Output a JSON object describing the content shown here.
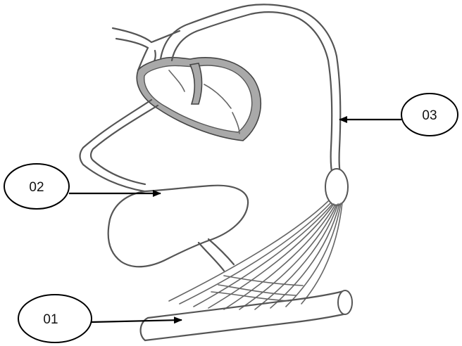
{
  "labels": {
    "one": "01",
    "two": "02",
    "three": "03"
  },
  "colors": {
    "line": "#555555",
    "shade": "#a9a9a9",
    "label": "#111111"
  }
}
